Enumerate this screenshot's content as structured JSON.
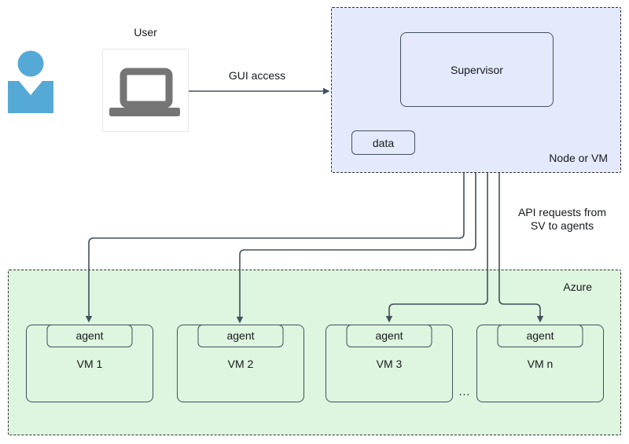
{
  "user": {
    "label": "User"
  },
  "gui_access": {
    "label": "GUI access"
  },
  "node_box": {
    "supervisor_label": "Supervisor",
    "data_label": "data",
    "caption": "Node or VM"
  },
  "api_note": {
    "line1": "API requests from",
    "line2": "SV to agents"
  },
  "azure": {
    "caption": "Azure",
    "ellipsis": "...",
    "vms": [
      {
        "agent": "agent",
        "label": "VM 1"
      },
      {
        "agent": "agent",
        "label": "VM 2"
      },
      {
        "agent": "agent",
        "label": "VM 3"
      },
      {
        "agent": "agent",
        "label": "VM n"
      }
    ]
  },
  "icons": {
    "person": "person-icon",
    "laptop": "laptop-icon",
    "arrowhead": "arrowhead-icon"
  },
  "colors": {
    "node_fill": "#e4eafb",
    "azure_fill": "#def5df",
    "dashed_border": "#303030",
    "solid_box_border": "#44505c",
    "connector_line": "#44505c",
    "person_blue": "#55a9d6",
    "laptop_gray": "#757575",
    "text": "#17191c"
  }
}
